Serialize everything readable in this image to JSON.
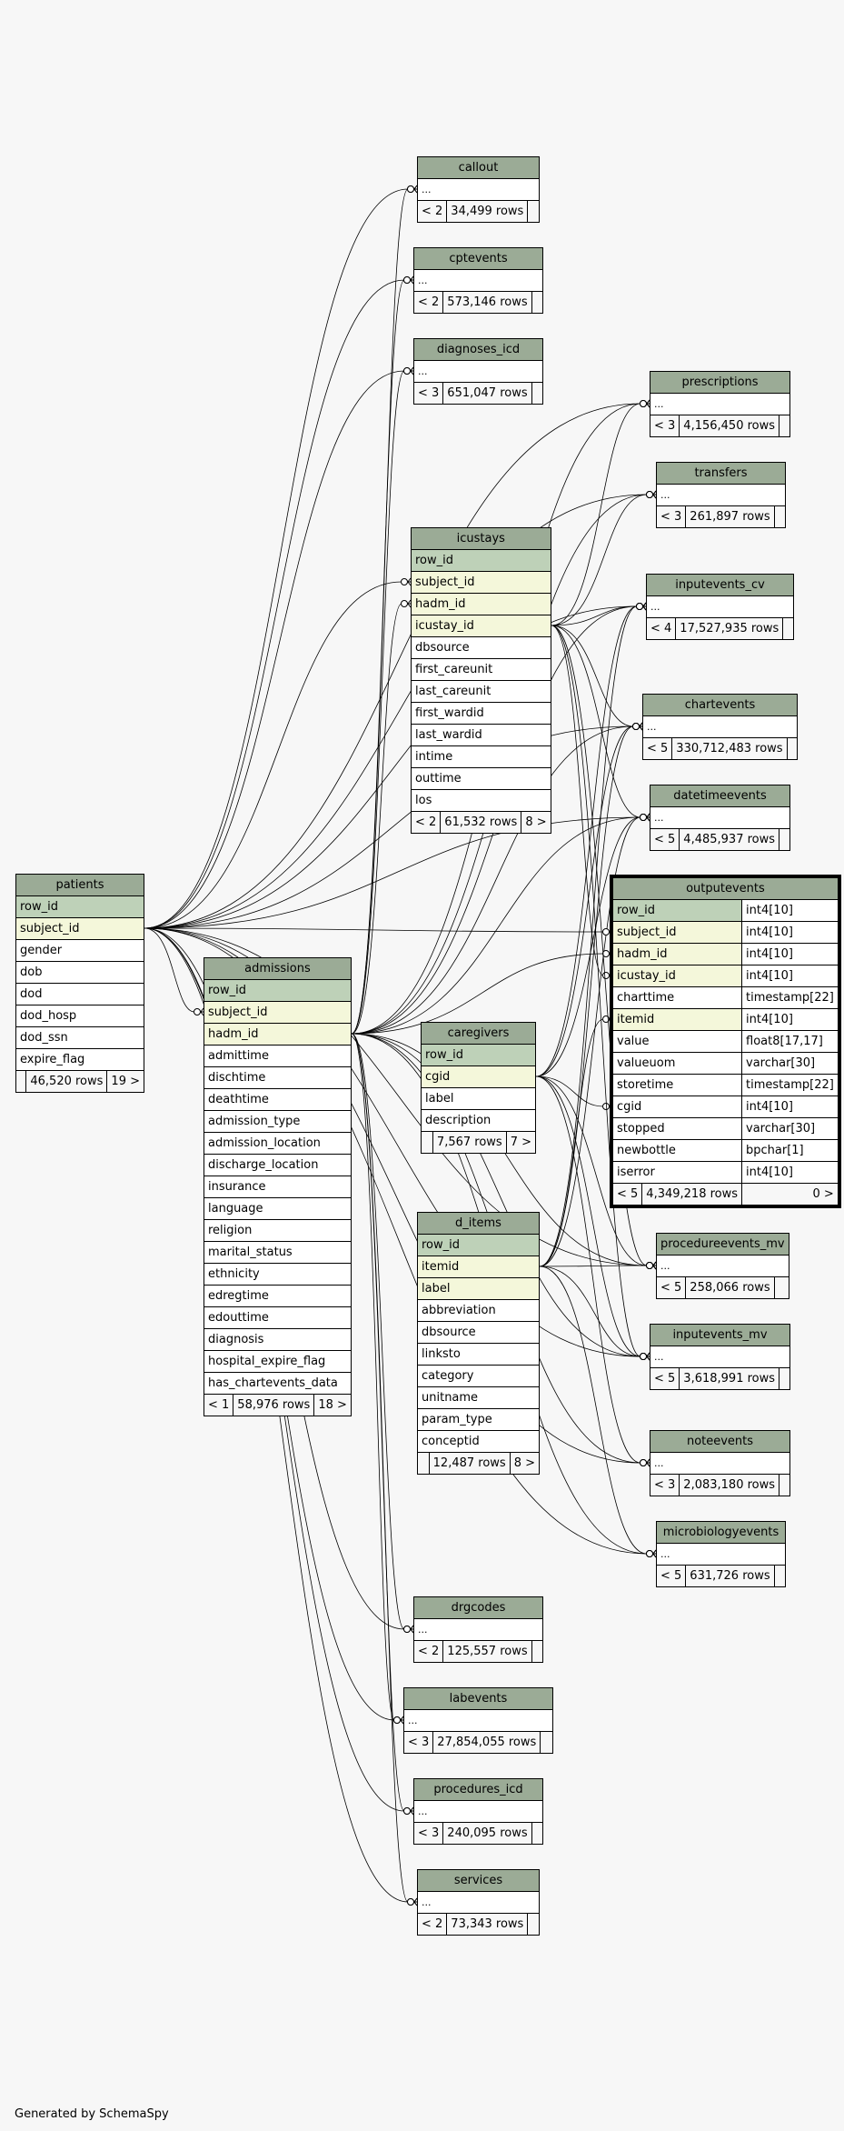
{
  "footer": "Generated by SchemaSpy",
  "tables": {
    "patients": {
      "name": "patients",
      "columns": [
        {
          "name": "row_id",
          "kind": "pk"
        },
        {
          "name": "subject_id",
          "kind": "fk"
        },
        {
          "name": "gender"
        },
        {
          "name": "dob"
        },
        {
          "name": "dod"
        },
        {
          "name": "dod_hosp"
        },
        {
          "name": "dod_ssn"
        },
        {
          "name": "expire_flag"
        }
      ],
      "parents": "",
      "rows": "46,520 rows",
      "children": "19 >"
    },
    "admissions": {
      "name": "admissions",
      "columns": [
        {
          "name": "row_id",
          "kind": "pk"
        },
        {
          "name": "subject_id",
          "kind": "fk"
        },
        {
          "name": "hadm_id",
          "kind": "fk"
        },
        {
          "name": "admittime"
        },
        {
          "name": "dischtime"
        },
        {
          "name": "deathtime"
        },
        {
          "name": "admission_type"
        },
        {
          "name": "admission_location"
        },
        {
          "name": "discharge_location"
        },
        {
          "name": "insurance"
        },
        {
          "name": "language"
        },
        {
          "name": "religion"
        },
        {
          "name": "marital_status"
        },
        {
          "name": "ethnicity"
        },
        {
          "name": "edregtime"
        },
        {
          "name": "edouttime"
        },
        {
          "name": "diagnosis"
        },
        {
          "name": "hospital_expire_flag"
        },
        {
          "name": "has_chartevents_data"
        }
      ],
      "parents": "< 1",
      "rows": "58,976 rows",
      "children": "18 >"
    },
    "icustays": {
      "name": "icustays",
      "columns": [
        {
          "name": "row_id",
          "kind": "pk"
        },
        {
          "name": "subject_id",
          "kind": "fk"
        },
        {
          "name": "hadm_id",
          "kind": "fk"
        },
        {
          "name": "icustay_id",
          "kind": "fk"
        },
        {
          "name": "dbsource"
        },
        {
          "name": "first_careunit"
        },
        {
          "name": "last_careunit"
        },
        {
          "name": "first_wardid"
        },
        {
          "name": "last_wardid"
        },
        {
          "name": "intime"
        },
        {
          "name": "outtime"
        },
        {
          "name": "los"
        }
      ],
      "parents": "< 2",
      "rows": "61,532 rows",
      "children": "8 >"
    },
    "caregivers": {
      "name": "caregivers",
      "columns": [
        {
          "name": "row_id",
          "kind": "pk"
        },
        {
          "name": "cgid",
          "kind": "fk"
        },
        {
          "name": "label"
        },
        {
          "name": "description"
        }
      ],
      "parents": "",
      "rows": "7,567 rows",
      "children": "7 >"
    },
    "d_items": {
      "name": "d_items",
      "columns": [
        {
          "name": "row_id",
          "kind": "pk"
        },
        {
          "name": "itemid",
          "kind": "fk"
        },
        {
          "name": "label",
          "kind": "fk"
        },
        {
          "name": "abbreviation"
        },
        {
          "name": "dbsource"
        },
        {
          "name": "linksto"
        },
        {
          "name": "category"
        },
        {
          "name": "unitname"
        },
        {
          "name": "param_type"
        },
        {
          "name": "conceptid"
        }
      ],
      "parents": "",
      "rows": "12,487 rows",
      "children": "8 >"
    },
    "outputevents": {
      "name": "outputevents",
      "columns": [
        {
          "name": "row_id",
          "type": "int4[10]",
          "kind": "pk"
        },
        {
          "name": "subject_id",
          "type": "int4[10]",
          "kind": "fk"
        },
        {
          "name": "hadm_id",
          "type": "int4[10]",
          "kind": "fk"
        },
        {
          "name": "icustay_id",
          "type": "int4[10]",
          "kind": "fk"
        },
        {
          "name": "charttime",
          "type": "timestamp[22]"
        },
        {
          "name": "itemid",
          "type": "int4[10]",
          "kind": "fk"
        },
        {
          "name": "value",
          "type": "float8[17,17]"
        },
        {
          "name": "valueuom",
          "type": "varchar[30]"
        },
        {
          "name": "storetime",
          "type": "timestamp[22]"
        },
        {
          "name": "cgid",
          "type": "int4[10]"
        },
        {
          "name": "stopped",
          "type": "varchar[30]"
        },
        {
          "name": "newbottle",
          "type": "bpchar[1]"
        },
        {
          "name": "iserror",
          "type": "int4[10]"
        }
      ],
      "parents": "< 5",
      "rows": "4,349,218 rows",
      "children": "0 >"
    },
    "callout": {
      "name": "callout",
      "ellipsis": "...",
      "parents": "< 2",
      "rows": "34,499 rows",
      "children": ""
    },
    "cptevents": {
      "name": "cptevents",
      "ellipsis": "...",
      "parents": "< 2",
      "rows": "573,146 rows",
      "children": ""
    },
    "diagnoses_icd": {
      "name": "diagnoses_icd",
      "ellipsis": "...",
      "parents": "< 3",
      "rows": "651,047 rows",
      "children": ""
    },
    "prescriptions": {
      "name": "prescriptions",
      "ellipsis": "...",
      "parents": "< 3",
      "rows": "4,156,450 rows",
      "children": ""
    },
    "transfers": {
      "name": "transfers",
      "ellipsis": "...",
      "parents": "< 3",
      "rows": "261,897 rows",
      "children": ""
    },
    "inputevents_cv": {
      "name": "inputevents_cv",
      "ellipsis": "...",
      "parents": "< 4",
      "rows": "17,527,935 rows",
      "children": ""
    },
    "chartevents": {
      "name": "chartevents",
      "ellipsis": "...",
      "parents": "< 5",
      "rows": "330,712,483 rows",
      "children": ""
    },
    "datetimeevents": {
      "name": "datetimeevents",
      "ellipsis": "...",
      "parents": "< 5",
      "rows": "4,485,937 rows",
      "children": ""
    },
    "procedureevents_mv": {
      "name": "procedureevents_mv",
      "ellipsis": "...",
      "parents": "< 5",
      "rows": "258,066 rows",
      "children": ""
    },
    "inputevents_mv": {
      "name": "inputevents_mv",
      "ellipsis": "...",
      "parents": "< 5",
      "rows": "3,618,991 rows",
      "children": ""
    },
    "noteevents": {
      "name": "noteevents",
      "ellipsis": "...",
      "parents": "< 3",
      "rows": "2,083,180 rows",
      "children": ""
    },
    "microbiologyevents": {
      "name": "microbiologyevents",
      "ellipsis": "...",
      "parents": "< 5",
      "rows": "631,726 rows",
      "children": ""
    },
    "drgcodes": {
      "name": "drgcodes",
      "ellipsis": "...",
      "parents": "< 2",
      "rows": "125,557 rows",
      "children": ""
    },
    "labevents": {
      "name": "labevents",
      "ellipsis": "...",
      "parents": "< 3",
      "rows": "27,854,055 rows",
      "children": ""
    },
    "procedures_icd": {
      "name": "procedures_icd",
      "ellipsis": "...",
      "parents": "< 3",
      "rows": "240,095 rows",
      "children": ""
    },
    "services": {
      "name": "services",
      "ellipsis": "...",
      "parents": "< 2",
      "rows": "73,343 rows",
      "children": ""
    }
  },
  "relationships": [
    {
      "from": "patients.subject_id",
      "to": "callout"
    },
    {
      "from": "admissions.hadm_id",
      "to": "callout"
    },
    {
      "from": "patients.subject_id",
      "to": "cptevents"
    },
    {
      "from": "admissions.hadm_id",
      "to": "cptevents"
    },
    {
      "from": "patients.subject_id",
      "to": "diagnoses_icd"
    },
    {
      "from": "admissions.hadm_id",
      "to": "diagnoses_icd"
    },
    {
      "from": "patients.subject_id",
      "to": "icustays.subject_id"
    },
    {
      "from": "admissions.hadm_id",
      "to": "icustays.hadm_id"
    },
    {
      "from": "patients.subject_id",
      "to": "admissions.subject_id"
    },
    {
      "from": "patients.subject_id",
      "to": "prescriptions"
    },
    {
      "from": "admissions.hadm_id",
      "to": "prescriptions"
    },
    {
      "from": "icustays.icustay_id",
      "to": "prescriptions"
    },
    {
      "from": "patients.subject_id",
      "to": "transfers"
    },
    {
      "from": "admissions.hadm_id",
      "to": "transfers"
    },
    {
      "from": "icustays.icustay_id",
      "to": "transfers"
    },
    {
      "from": "patients.subject_id",
      "to": "inputevents_cv"
    },
    {
      "from": "admissions.hadm_id",
      "to": "inputevents_cv"
    },
    {
      "from": "icustays.icustay_id",
      "to": "inputevents_cv"
    },
    {
      "from": "caregivers.cgid",
      "to": "inputevents_cv"
    },
    {
      "from": "d_items.itemid",
      "to": "inputevents_cv"
    },
    {
      "from": "patients.subject_id",
      "to": "chartevents"
    },
    {
      "from": "admissions.hadm_id",
      "to": "chartevents"
    },
    {
      "from": "icustays.icustay_id",
      "to": "chartevents"
    },
    {
      "from": "caregivers.cgid",
      "to": "chartevents"
    },
    {
      "from": "d_items.itemid",
      "to": "chartevents"
    },
    {
      "from": "patients.subject_id",
      "to": "datetimeevents"
    },
    {
      "from": "admissions.hadm_id",
      "to": "datetimeevents"
    },
    {
      "from": "icustays.icustay_id",
      "to": "datetimeevents"
    },
    {
      "from": "caregivers.cgid",
      "to": "datetimeevents"
    },
    {
      "from": "d_items.itemid",
      "to": "datetimeevents"
    },
    {
      "from": "patients.subject_id",
      "to": "outputevents.subject_id"
    },
    {
      "from": "admissions.hadm_id",
      "to": "outputevents.hadm_id"
    },
    {
      "from": "icustays.icustay_id",
      "to": "outputevents.icustay_id"
    },
    {
      "from": "d_items.itemid",
      "to": "outputevents.itemid"
    },
    {
      "from": "caregivers.cgid",
      "to": "outputevents.cgid"
    },
    {
      "from": "patients.subject_id",
      "to": "procedureevents_mv"
    },
    {
      "from": "admissions.hadm_id",
      "to": "procedureevents_mv"
    },
    {
      "from": "icustays.icustay_id",
      "to": "procedureevents_mv"
    },
    {
      "from": "caregivers.cgid",
      "to": "procedureevents_mv"
    },
    {
      "from": "d_items.itemid",
      "to": "procedureevents_mv"
    },
    {
      "from": "patients.subject_id",
      "to": "inputevents_mv"
    },
    {
      "from": "admissions.hadm_id",
      "to": "inputevents_mv"
    },
    {
      "from": "icustays.icustay_id",
      "to": "inputevents_mv"
    },
    {
      "from": "caregivers.cgid",
      "to": "inputevents_mv"
    },
    {
      "from": "d_items.itemid",
      "to": "inputevents_mv"
    },
    {
      "from": "patients.subject_id",
      "to": "noteevents"
    },
    {
      "from": "admissions.hadm_id",
      "to": "noteevents"
    },
    {
      "from": "caregivers.cgid",
      "to": "noteevents"
    },
    {
      "from": "patients.subject_id",
      "to": "microbiologyevents"
    },
    {
      "from": "admissions.hadm_id",
      "to": "microbiologyevents"
    },
    {
      "from": "d_items.itemid",
      "to": "microbiologyevents"
    },
    {
      "from": "patients.subject_id",
      "to": "drgcodes"
    },
    {
      "from": "admissions.hadm_id",
      "to": "drgcodes"
    },
    {
      "from": "patients.subject_id",
      "to": "labevents"
    },
    {
      "from": "admissions.hadm_id",
      "to": "labevents"
    },
    {
      "from": "patients.subject_id",
      "to": "procedures_icd"
    },
    {
      "from": "admissions.hadm_id",
      "to": "procedures_icd"
    },
    {
      "from": "patients.subject_id",
      "to": "services"
    },
    {
      "from": "admissions.hadm_id",
      "to": "services"
    }
  ]
}
